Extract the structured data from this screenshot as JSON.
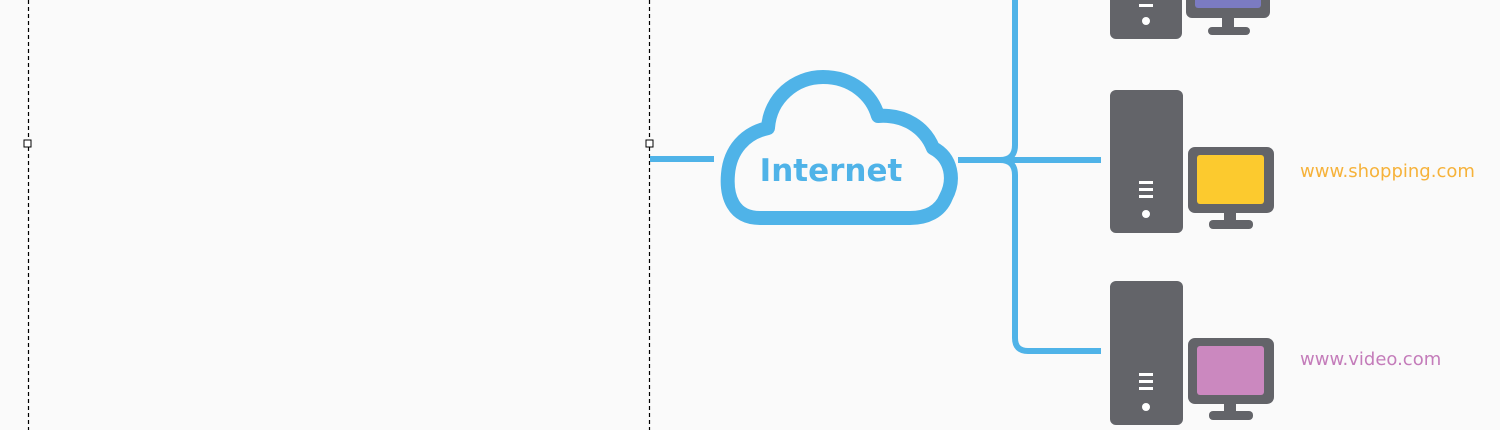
{
  "colors": {
    "background": "#fafafa",
    "network_line": "#4fb3e8",
    "server_body": "#636469",
    "server_detail": "#ffffff",
    "monitor_frame": "#636469",
    "monitor_top_screen": "#7b7bc2",
    "monitor_shopping_screen": "#fcca2e",
    "monitor_video_screen": "#cb88bf",
    "shopping_label": "#f6b23a",
    "video_label": "#c47cba",
    "selection_border": "#000000"
  },
  "diagram": {
    "cloud": {
      "label": "Internet",
      "icon": "cloud-icon"
    },
    "nodes": [
      {
        "name": "top",
        "server_icon": "server-tower-icon",
        "monitor_icon": "monitor-icon",
        "screen_color": "#7b7bc2",
        "label": ""
      },
      {
        "name": "shopping",
        "server_icon": "server-tower-icon",
        "monitor_icon": "monitor-icon",
        "screen_color": "#fcca2e",
        "label": "www.shopping.com"
      },
      {
        "name": "video",
        "server_icon": "server-tower-icon",
        "monitor_icon": "monitor-icon",
        "screen_color": "#cb88bf",
        "label": "www.video.com"
      }
    ]
  }
}
